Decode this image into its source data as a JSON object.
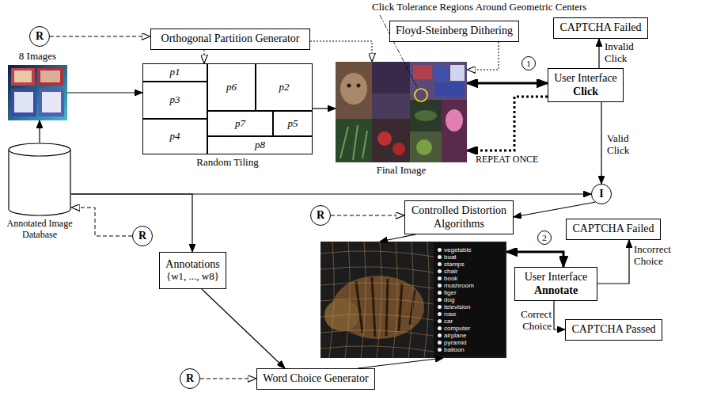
{
  "diagram": {
    "nodes": [
      {
        "text": [
          "R"
        ]
      },
      {
        "text": [
          "Orthogonal Partition Generator"
        ]
      },
      {
        "text": [
          "Floyd-Steinberg Dithering"
        ]
      },
      {
        "text": [
          "CAPTCHA Failed"
        ]
      },
      {
        "text": [
          "8 Images"
        ]
      },
      {
        "text": [
          "Random Tiling"
        ]
      },
      {
        "text": [
          "p1"
        ],
        "in": 5
      },
      {
        "text": [
          "p6"
        ],
        "in": 5
      },
      {
        "text": [
          "p2"
        ],
        "in": 5
      },
      {
        "text": [
          "p3"
        ],
        "in": 5
      },
      {
        "text": [
          "p7"
        ],
        "in": 5
      },
      {
        "text": [
          "p5"
        ],
        "in": 5
      },
      {
        "text": [
          "p4"
        ],
        "in": 5
      },
      {
        "text": [
          "p8"
        ],
        "in": 5
      },
      {
        "text": [
          "Final Image"
        ]
      },
      {
        "text": [
          "1"
        ]
      },
      {
        "text": [
          "User Interface",
          "Click"
        ]
      },
      {
        "text": [
          "I"
        ]
      },
      {
        "text": [
          "R"
        ]
      },
      {
        "text": [
          "Controlled Distortion Algorithms"
        ]
      },
      {
        "text": [
          "Annotated Image Database"
        ]
      },
      {
        "text": [
          "R"
        ]
      },
      {
        "text": [
          "Annotations",
          "{w1, ..., w8}"
        ]
      },
      {
        "text": [
          "vegetable",
          "boat",
          "stamps",
          "chair",
          "book",
          "mushroom",
          "tiger",
          "dog",
          "television",
          "rose",
          "car",
          "computer",
          "airplane",
          "pyramid",
          "balloon"
        ]
      },
      {
        "text": [
          "2"
        ]
      },
      {
        "text": [
          "CAPTCHA Failed"
        ]
      },
      {
        "text": [
          "User Interface",
          "Annotate"
        ]
      },
      {
        "text": [
          "R"
        ]
      },
      {
        "text": [
          "Word Choice Generator"
        ]
      },
      {
        "text": [
          "CAPTCHA Passed"
        ]
      }
    ],
    "edges": [
      {
        "from": 0,
        "to": 1,
        "arrow": "to"
      },
      {
        "from": 4,
        "to": 5,
        "arrow": "to"
      },
      {
        "from": 1,
        "to": 5,
        "arrow": "to"
      },
      {
        "from": 1,
        "to": 14,
        "arrow": "to"
      },
      {
        "from": 2,
        "to": 14,
        "arrow": "to"
      },
      {
        "from": 5,
        "to": 14,
        "arrow": "to"
      },
      {
        "from": 14,
        "to": 16,
        "arrow": "both"
      },
      {
        "from": 16,
        "to": 14,
        "label": "REPEAT ONCE",
        "arrow": "to"
      },
      {
        "from": 16,
        "to": 3,
        "label": "Invalid Click",
        "arrow": "to"
      },
      {
        "from": 16,
        "to": 17,
        "label": "Valid Click",
        "arrow": "to"
      },
      {
        "from": 20,
        "to": 4,
        "arrow": "to"
      },
      {
        "from": 20,
        "to": 17,
        "arrow": "to"
      },
      {
        "from": 20,
        "to": 22,
        "arrow": "to"
      },
      {
        "from": 21,
        "to": 20,
        "arrow": "to"
      },
      {
        "from": 17,
        "to": 19,
        "arrow": "to"
      },
      {
        "from": 18,
        "to": 19,
        "arrow": "to"
      },
      {
        "from": 19,
        "to": 23,
        "arrow": "to"
      },
      {
        "from": 22,
        "to": 28,
        "arrow": "to"
      },
      {
        "from": 27,
        "to": 28,
        "arrow": "to"
      },
      {
        "from": 28,
        "to": 23,
        "arrow": "to"
      },
      {
        "from": 23,
        "to": 26,
        "arrow": "both"
      },
      {
        "from": 26,
        "to": 25,
        "label": "Incorrect Choice",
        "arrow": "to"
      },
      {
        "from": 26,
        "to": 29,
        "label": "Correct Choice",
        "arrow": "to"
      }
    ],
    "labels": [
      "Click Tolerance Regions Around Geometric Centers"
    ]
  }
}
